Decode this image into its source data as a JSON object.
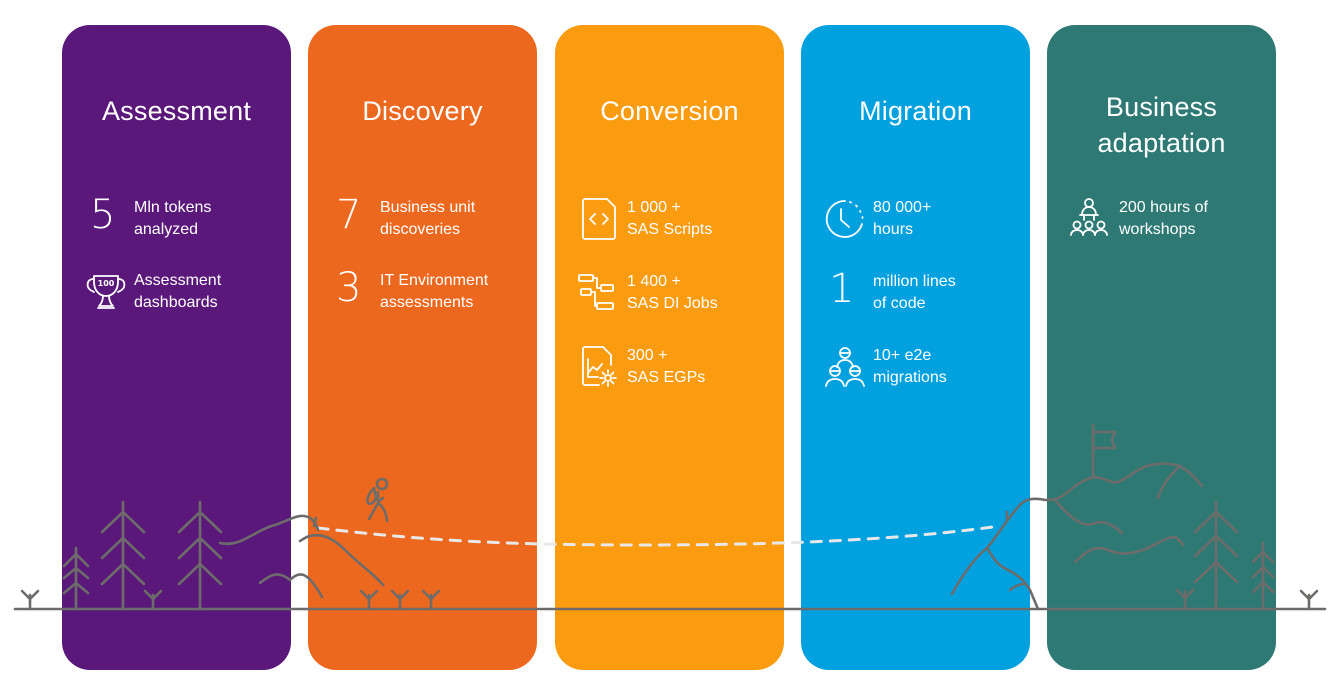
{
  "colors": {
    "assessment": "#5a197a",
    "discovery": "#ec681e",
    "conversion": "#fb9c10",
    "migration": "#00a1de",
    "business_adaptation": "#2f7974",
    "landscape_line": "#6d6c6b",
    "path_dash": "#e8e8e8"
  },
  "stages": [
    {
      "title": "Assessment",
      "stats": [
        {
          "number": "5",
          "icon": null,
          "line1": "Mln tokens",
          "line2": "analyzed"
        },
        {
          "number": null,
          "icon": "trophy-100-icon",
          "line1": "Assessment",
          "line2": "dashboards"
        }
      ]
    },
    {
      "title": "Discovery",
      "stats": [
        {
          "number": "7",
          "icon": null,
          "line1": "Business unit",
          "line2": "discoveries"
        },
        {
          "number": "3",
          "icon": null,
          "line1": "IT Environment",
          "line2": "assessments"
        }
      ]
    },
    {
      "title": "Conversion",
      "stats": [
        {
          "number": null,
          "icon": "code-file-icon",
          "line1": "1 000 +",
          "line2": "SAS Scripts"
        },
        {
          "number": null,
          "icon": "workflow-icon",
          "line1": "1 400 +",
          "line2": "SAS DI Jobs"
        },
        {
          "number": null,
          "icon": "chart-gear-file-icon",
          "line1": "300 +",
          "line2": "SAS EGPs"
        }
      ]
    },
    {
      "title": "Migration",
      "stats": [
        {
          "number": null,
          "icon": "clock-icon",
          "line1": "80 000+",
          "line2": "hours"
        },
        {
          "number": "1",
          "icon": null,
          "line1": "million lines",
          "line2": "of code"
        },
        {
          "number": null,
          "icon": "team-icon",
          "line1": "10+ e2e",
          "line2": "migrations"
        }
      ]
    },
    {
      "title_line1": "Business",
      "title_line2": "adaptation",
      "stats": [
        {
          "number": null,
          "icon": "workshop-icon",
          "line1": "200 hours of",
          "line2": "workshops"
        }
      ]
    }
  ],
  "illustration": {
    "elements": [
      "trees",
      "hiker-icon",
      "hills",
      "dashed-path",
      "summit-flag-icon",
      "ground-line"
    ]
  }
}
